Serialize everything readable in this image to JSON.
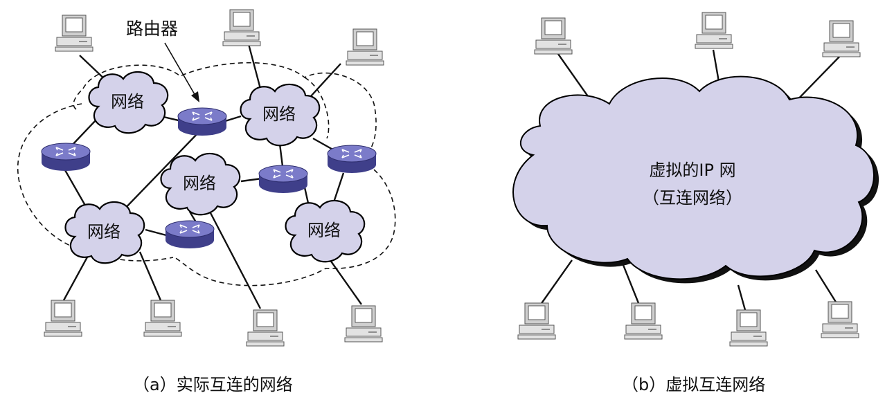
{
  "colors": {
    "cloud_fill": "#d4d2ea",
    "router_body": "#3f3f8a",
    "router_top": "#7b7bc9",
    "line": "#111111",
    "computer": "#e2e2e2"
  },
  "diagram_a": {
    "router_callout": "路由器",
    "network_labels": [
      "网络",
      "网络",
      "网络",
      "网络",
      "网络"
    ],
    "caption": "（a）实际互连的网络"
  },
  "diagram_b": {
    "cloud_line1": "虚拟的IP 网",
    "cloud_line2": "（互连网络）",
    "caption": "（b）虚拟互连网络"
  }
}
